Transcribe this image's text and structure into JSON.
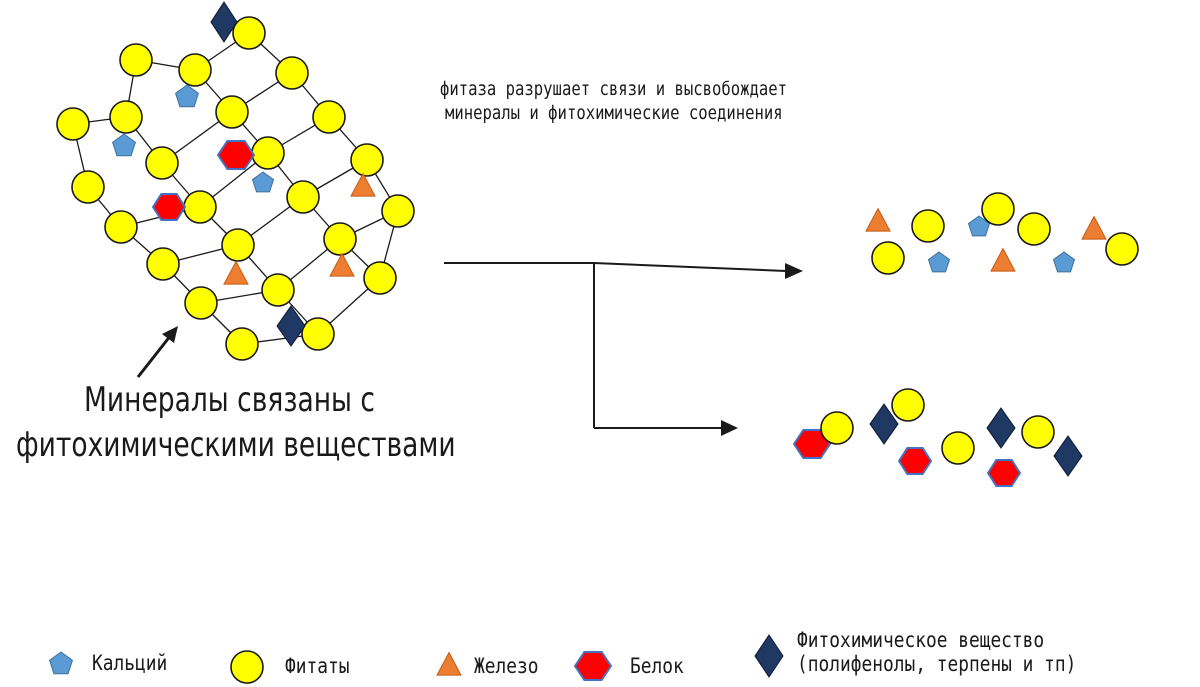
{
  "annotation": {
    "phytase_line1": "фитаза разрушает связи и высвобождает",
    "phytase_line2": "минералы и фитохимические соединения"
  },
  "caption": {
    "line1": "Минералы связаны с",
    "line2": "фитохимическими веществами"
  },
  "legend": {
    "calcium": "Кальций",
    "phytates": "Фитаты",
    "iron": "Железо",
    "protein": "Белок",
    "phyto_line1": "Фитохимическое вещество",
    "phyto_line2": "(полифенолы, терпены и тп)"
  },
  "colors": {
    "phytate_fill": "#ffff00",
    "calcium_fill": "#5b9bd5",
    "iron_fill": "#ed7d31",
    "protein_fill": "#ff0000",
    "protein_stroke": "#4472c4",
    "phyto_fill": "#1f3864",
    "line": "#1a1a1a"
  },
  "icons": [
    "calcium-pentagon-icon",
    "phytate-circle-icon",
    "iron-triangle-icon",
    "protein-hexagon-icon",
    "phytochemical-diamond-icon",
    "arrow-icon"
  ]
}
